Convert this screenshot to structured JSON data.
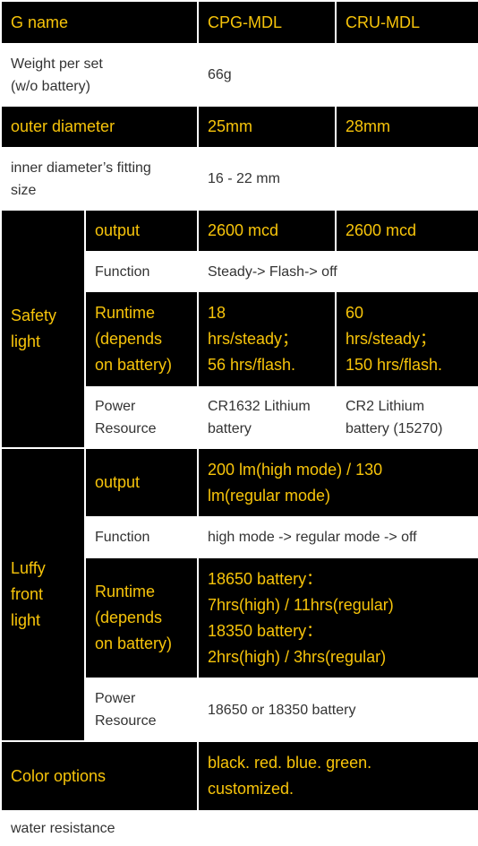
{
  "header": {
    "label": "G name",
    "col1": "CPG-MDL",
    "col2": "CRU-MDL"
  },
  "weight": {
    "label_line1": "Weight per set",
    "label_line2": "(w/o battery)",
    "value": "66g"
  },
  "outer_diameter": {
    "label": "outer diameter",
    "col1": "25mm",
    "col2": "28mm"
  },
  "inner_diameter": {
    "label_line1": "inner diameter’s fitting",
    "label_line2": "size",
    "value": "16 - 22 mm"
  },
  "safety_light": {
    "group_line1": "Safety",
    "group_line2": "light",
    "output": {
      "label": "output",
      "col1": "2600 mcd",
      "col2": "2600 mcd"
    },
    "function": {
      "label": "Function",
      "value": "Steady-> Flash-> off"
    },
    "runtime": {
      "label_line1": "Runtime",
      "label_line2": "(depends",
      "label_line3": "on battery)",
      "col1_line1": "18",
      "col1_line2": "hrs/steady；",
      "col1_line3": "56 hrs/flash.",
      "col2_line1": "60",
      "col2_line2": "hrs/steady；",
      "col2_line3": "150 hrs/flash."
    },
    "power": {
      "label_line1": "Power",
      "label_line2": "Resource",
      "col1_line1": "CR1632 Lithium",
      "col1_line2": "battery",
      "col2_line1": "CR2 Lithium",
      "col2_line2": "battery (15270)"
    }
  },
  "luffy_light": {
    "group_line1": "Luffy",
    "group_line2": "front",
    "group_line3": "light",
    "output": {
      "label": "output",
      "value_line1": "200 lm(high mode) / 130",
      "value_line2": "lm(regular mode)"
    },
    "function": {
      "label": "Function",
      "value": "high mode -> regular mode -> off"
    },
    "runtime": {
      "label_line1": "Runtime",
      "label_line2": "(depends",
      "label_line3": "on battery)",
      "value_line1": "18650 battery：",
      "value_line2": "7hrs(high) / 11hrs(regular)",
      "value_line3": "18350 battery：",
      "value_line4": "2hrs(high) / 3hrs(regular)"
    },
    "power": {
      "label_line1": "Power",
      "label_line2": "Resource",
      "value": "18650 or 18350 battery"
    }
  },
  "color_options": {
    "label": "Color options",
    "value_line1": "black. red. blue. green.",
    "value_line2": "customized."
  },
  "water_resistance": {
    "label": "water resistance"
  },
  "theme": {
    "dark_bg": "#000000",
    "accent_text": "#f7c40a",
    "light_text": "#333333"
  }
}
